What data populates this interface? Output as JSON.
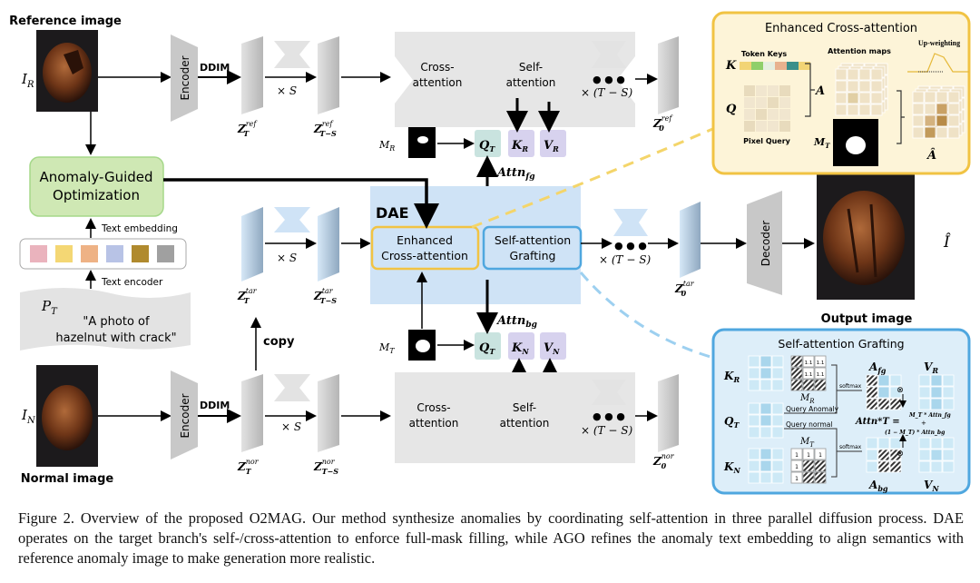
{
  "figure": {
    "labels": {
      "reference_image": "Reference image",
      "normal_image": "Normal image",
      "output_image": "Output image",
      "I_R": {
        "base": "I",
        "sub": "R"
      },
      "I_N": {
        "base": "I",
        "sub": "N"
      },
      "I_hat": "Î",
      "encoder": "Encoder",
      "decoder": "Decoder",
      "ddim": "DDIM",
      "times_S": "× S",
      "times_T_minus_S": "× (T − S)",
      "dots": "● ● ●",
      "copy": "copy",
      "dae": "DAE",
      "cross_attention": [
        "Cross-",
        "attention"
      ],
      "self_attention": [
        "Self-",
        "attention"
      ],
      "enhanced_cross_attention": [
        "Enhanced",
        "Cross-attention"
      ],
      "self_attention_grafting": [
        "Self-attention",
        "Grafting"
      ],
      "ago": [
        "Anomaly-Guided",
        "Optimization"
      ],
      "text_embedding": "Text embedding",
      "text_encoder": "Text encoder",
      "prompt_symbol": {
        "base": "P",
        "sub": "T"
      },
      "prompt_text": [
        "\"A photo of",
        "hazelnut with crack\""
      ],
      "z_ref_T": {
        "base": "Z",
        "sub": "T",
        "sup": "ref"
      },
      "z_ref_TS": {
        "base": "Z",
        "sub": "T−S",
        "sup": "ref"
      },
      "z_ref_0": {
        "base": "Z",
        "sub": "0",
        "sup": "ref"
      },
      "z_tar_T": {
        "base": "Z",
        "sub": "T",
        "sup": "tar"
      },
      "z_tar_TS": {
        "base": "Z",
        "sub": "T−S",
        "sup": "tar"
      },
      "z_tar_0": {
        "base": "Z",
        "sub": "0",
        "sup": "tar"
      },
      "z_nor_T": {
        "base": "Z",
        "sub": "T",
        "sup": "nor"
      },
      "z_nor_TS": {
        "base": "Z",
        "sub": "T−S",
        "sup": "nor"
      },
      "z_nor_0": {
        "base": "Z",
        "sub": "0",
        "sup": "nor"
      },
      "M_R": {
        "base": "M",
        "sub": "R"
      },
      "M_T": {
        "base": "M",
        "sub": "T"
      },
      "Q_T": {
        "base": "Q",
        "sub": "T"
      },
      "K_R": {
        "base": "K",
        "sub": "R"
      },
      "V_R": {
        "base": "V",
        "sub": "R"
      },
      "K_N": {
        "base": "K",
        "sub": "N"
      },
      "V_N": {
        "base": "V",
        "sub": "N"
      },
      "attn_fg": {
        "base": "Attn",
        "sub": "fg"
      },
      "attn_bg": {
        "base": "Attn",
        "sub": "bg"
      }
    },
    "token_colors": [
      "#eab3bd",
      "#f4d774",
      "#eeb285",
      "#b8c3e6",
      "#b08a2e",
      "#a0a0a0"
    ],
    "enhanced_inset": {
      "title": "Enhanced Cross-attention",
      "token_keys": "Token Keys",
      "attention_maps": "Attention maps",
      "up_weighting": "Up-weighting",
      "pixel_query": "Pixel Query",
      "K": "K",
      "Q": "Q",
      "A": "A",
      "A_hat": "Â",
      "M_T": {
        "base": "M",
        "sub": "T"
      },
      "key_colors": [
        "#f2d475",
        "#8fcf6a",
        "#e6efe0",
        "#e8b28e",
        "#3a8f8a",
        "#f2d475"
      ]
    },
    "grafting_inset": {
      "title": "Self-attention Grafting",
      "K_R": {
        "base": "K",
        "sub": "R"
      },
      "Q_T": {
        "base": "Q",
        "sub": "T"
      },
      "K_N": {
        "base": "K",
        "sub": "N"
      },
      "M_R": {
        "base": "M",
        "sub": "R"
      },
      "M_T": {
        "base": "M",
        "sub": "T"
      },
      "A_fg": {
        "base": "A",
        "sub": "fg"
      },
      "A_bg": {
        "base": "A",
        "sub": "bg"
      },
      "V_R": {
        "base": "V",
        "sub": "R"
      },
      "V_N": {
        "base": "V",
        "sub": "N"
      },
      "query_anomaly": "Query Anomaly",
      "query_normal": "Query normal",
      "softmax": "softmax",
      "mask_value_R": "1.1",
      "mask_value_T": "1",
      "formula_lhs": "Attn*T =",
      "formula_top": "M_T * Attn_fg",
      "formula_plus": "+",
      "formula_bottom": "(1 − M_T) * Attn_bg",
      "otimes": "⊗"
    },
    "colors": {
      "ago_fill": "#cfe8b4",
      "ago_border": "#a5d88a",
      "enhanced_border": "#f1c343",
      "enhanced_fill": "#fdf4d8",
      "grafting_border": "#4fa7df",
      "grafting_fill": "#ddeef9",
      "dae_fill": "#cfe3f6",
      "qkv_q": "#c9e3df",
      "qkv_kv": "#d7d2ee"
    }
  },
  "caption": "Figure 2. Overview of the proposed O2MAG. Our method synthesize anomalies by coordinating self-attention in three parallel diffusion process. DAE operates on the target branch's self-/cross-attention to enforce full-mask filling, while AGO refines the anomaly text embedding to align semantics with reference anomaly image to make generation more realistic."
}
